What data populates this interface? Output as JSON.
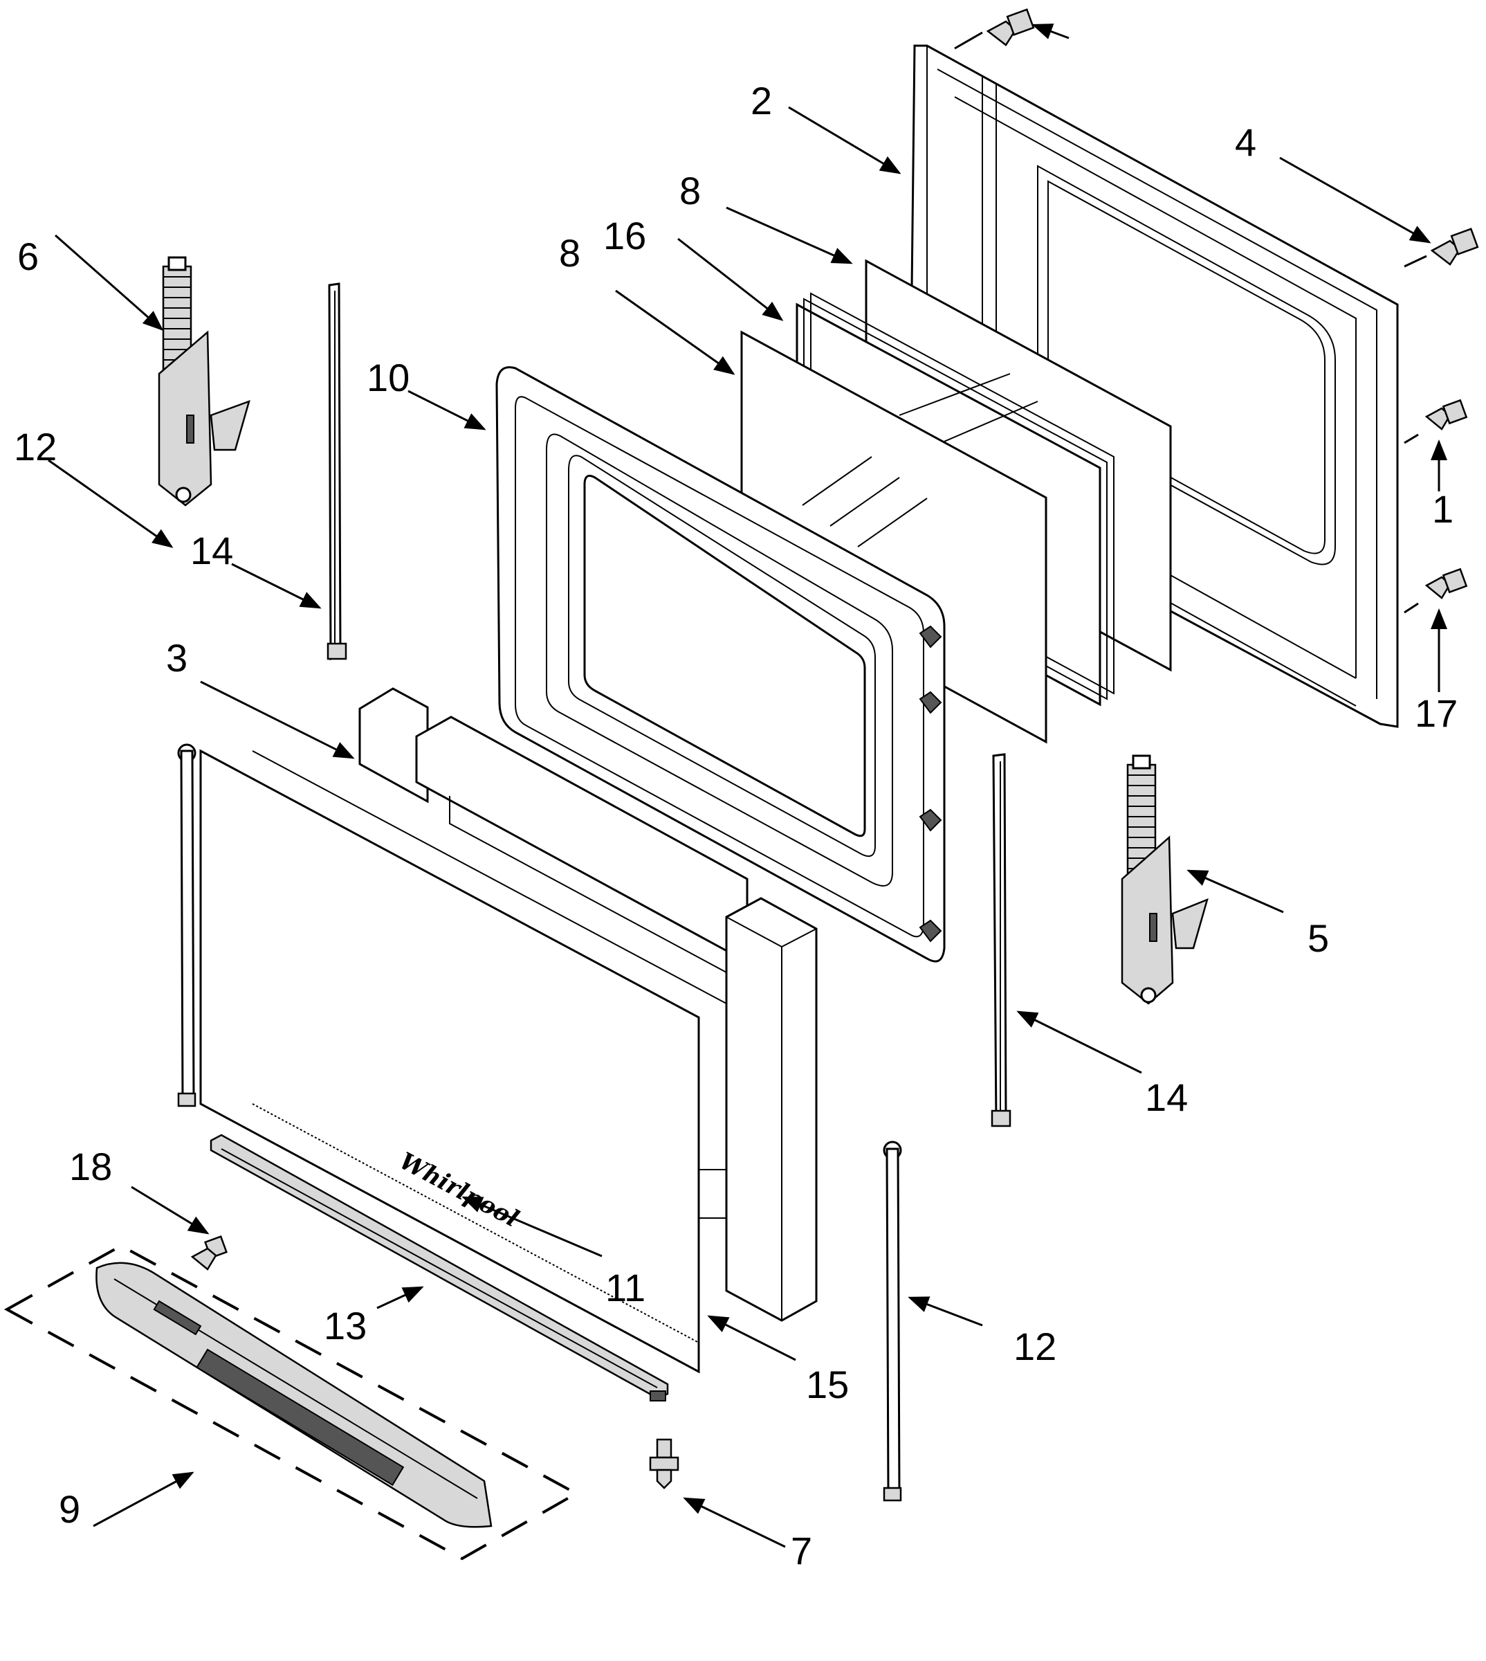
{
  "diagram": {
    "callouts": {
      "c1": "1",
      "c2": "2",
      "c3": "3",
      "c4": "4",
      "c5": "5",
      "c6": "6",
      "c7": "7",
      "c8a": "8",
      "c8b": "8",
      "c9": "9",
      "c10": "10",
      "c11": "11",
      "c12a": "12",
      "c12b": "12",
      "c13": "13",
      "c14a": "14",
      "c14b": "14",
      "c15": "15",
      "c16": "16",
      "c17": "17",
      "c18": "18"
    },
    "logo_text": "Whirlpool"
  }
}
